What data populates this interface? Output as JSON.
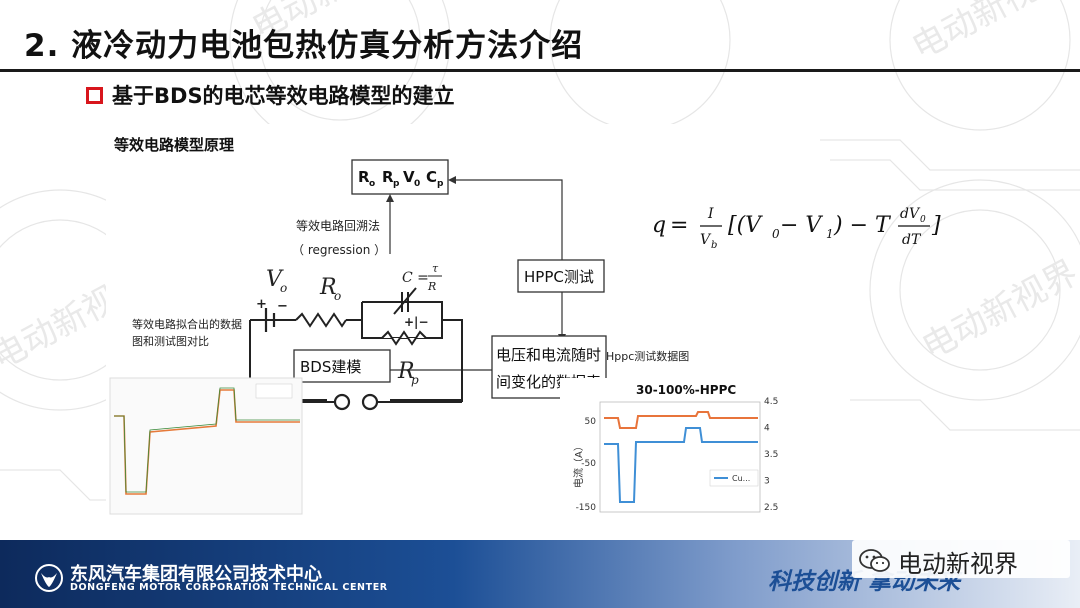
{
  "slide": {
    "title": "2. 液冷动力电池包热仿真分析方法介绍",
    "subtitle": "基于BDS的电芯等效电路模型的建立"
  },
  "panel": {
    "heading": "等效电路模型原理",
    "params_box": {
      "R": "R",
      "o": "o",
      "p": "p",
      "V": "V",
      "zero": "0",
      "C": "C"
    },
    "regression_label": "等效电路回溯法",
    "regression_en": "（ regression ）",
    "hppc_box": "HPPC测试",
    "data_box_line1": "电压和电流随时",
    "data_box_line2": "间变化的数据表",
    "bds_box": "BDS建模",
    "hppc_graph_label": "Hppc测试数据图",
    "fit_label_line1": "等效电路拟合出的数据",
    "fit_label_line2": "图和测试图对比",
    "circuit": {
      "V": "V",
      "o": "o",
      "R": "R",
      "C_eq": "C =",
      "tau": "τ",
      "p": "p",
      "plus": "+",
      "minus": "−",
      "plus_minus": "+|−"
    }
  },
  "hppc_chart": {
    "title": "30-100%-HPPC",
    "ylabel": "电流（A）",
    "left_ticks": [
      "50",
      "-50",
      "-150"
    ],
    "right_ticks": [
      "4.5",
      "4",
      "3.5",
      "3",
      "2.5"
    ],
    "legend_short": "Cu..."
  },
  "formula": {
    "q": "q",
    "eq": "=",
    "I": "I",
    "Vb": "V",
    "b": "b",
    "bracket": "[(V",
    "zero": "0",
    "minus": " − V",
    "one": "1",
    "close": ") − T",
    "dV": "dV",
    "dT": "dT",
    "end": "]"
  },
  "footer": {
    "company_cn": "东风汽车集团有限公司技术中心",
    "company_en": "DONGFENG MOTOR CORPORATION TECHNICAL CENTER",
    "slogan": "科技创新 拿动未来",
    "watermark": "电动新视界"
  },
  "colors": {
    "accent_red": "#d8161c",
    "footer_blue": "#1c4f96",
    "orange_line": "#e8743b",
    "blue_line": "#3f8fd6"
  }
}
